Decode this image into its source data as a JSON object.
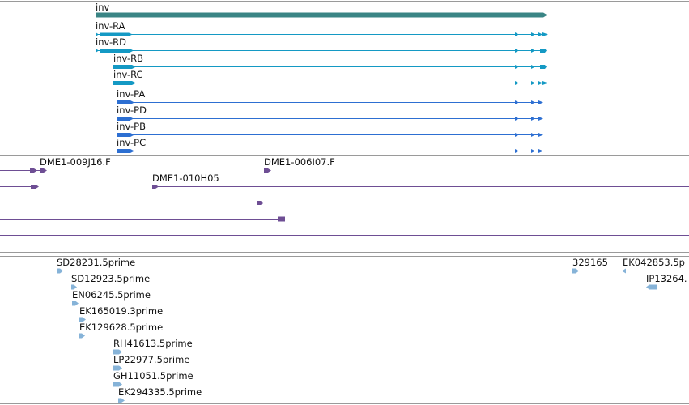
{
  "colors": {
    "gene": "#3a8585",
    "rna_a": "#1499c4",
    "rna_b": "#2d6fd2",
    "clone": "#6e4e94",
    "est": "#86b3d8",
    "divider": "#9a9a9a"
  },
  "gene": {
    "label": "inv"
  },
  "transcripts_a": [
    {
      "label": "inv-RA"
    },
    {
      "label": "inv-RD"
    },
    {
      "label": "inv-RB"
    },
    {
      "label": "inv-RC"
    }
  ],
  "transcripts_b": [
    {
      "label": "inv-PA"
    },
    {
      "label": "inv-PD"
    },
    {
      "label": "inv-PB"
    },
    {
      "label": "inv-PC"
    }
  ],
  "clones": [
    {
      "label": "DME1-009J16.F"
    },
    {
      "label": "DME1-006I07.F"
    },
    {
      "label": "DME1-010H05"
    }
  ],
  "ests": [
    {
      "label": "SD28231.5prime"
    },
    {
      "label": "SD12923.5prime"
    },
    {
      "label": "EN06245.5prime"
    },
    {
      "label": "EK165019.3prime"
    },
    {
      "label": "EK129628.5prime"
    },
    {
      "label": "RH41613.5prime"
    },
    {
      "label": "LP22977.5prime"
    },
    {
      "label": "GH11051.5prime"
    },
    {
      "label": "EK294335.5prime"
    },
    {
      "label": "329165"
    },
    {
      "label": "EK042853.5p"
    },
    {
      "label": "IP13264."
    }
  ]
}
